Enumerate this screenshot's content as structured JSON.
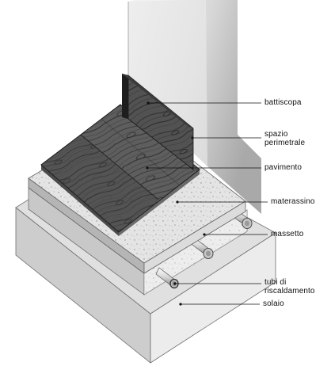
{
  "labels": {
    "battiscopa": "battiscopa",
    "spazio_perimetrale_line1": "spazio",
    "spazio_perimetrale_line2": "perimetrale",
    "pavimento": "pavimento",
    "materassino": "materassino",
    "massetto": "massetto",
    "tubi_line1": "tubi di",
    "tubi_line2": "riscaldamento",
    "solaio": "solaio"
  }
}
